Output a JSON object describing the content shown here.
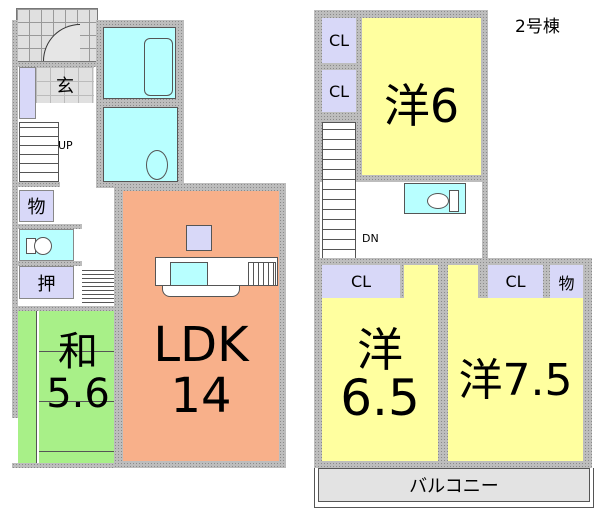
{
  "building_label": "2号棟",
  "floor1": {
    "rooms": {
      "genkan": {
        "label": "玄",
        "color": "#e0e0e0"
      },
      "bath": {
        "color": "#b8ffff"
      },
      "washroom": {
        "color": "#b8ffff"
      },
      "storage": {
        "label": "物",
        "color": "#d8d8f8"
      },
      "toilet": {
        "color": "#b8ffff"
      },
      "oshiire": {
        "label": "押",
        "color": "#d8d8f8"
      },
      "washitsu": {
        "label": "和",
        "size": "5.6",
        "color": "#a8f088"
      },
      "ldk": {
        "label": "LDK",
        "size": "14",
        "color": "#f8b08a"
      }
    },
    "stairs_label": "UP"
  },
  "floor2": {
    "rooms": {
      "yo6": {
        "label": "洋6",
        "color": "#ffff9f"
      },
      "cl1": {
        "label": "CL",
        "color": "#d8d8f8"
      },
      "cl2": {
        "label": "CL",
        "color": "#d8d8f8"
      },
      "toilet": {
        "color": "#b8ffff"
      },
      "yo65": {
        "label": "洋",
        "size": "6.5",
        "color": "#ffff9f"
      },
      "cl3": {
        "label": "CL",
        "color": "#d8d8f8"
      },
      "yo75": {
        "label": "洋7.5",
        "color": "#ffff9f"
      },
      "cl4": {
        "label": "CL",
        "color": "#d8d8f8"
      },
      "storage": {
        "label": "物",
        "color": "#d8d8f8"
      },
      "balcony": {
        "label": "バルコニー",
        "color": "#e3e3e3"
      }
    },
    "stairs_label": "DN"
  }
}
